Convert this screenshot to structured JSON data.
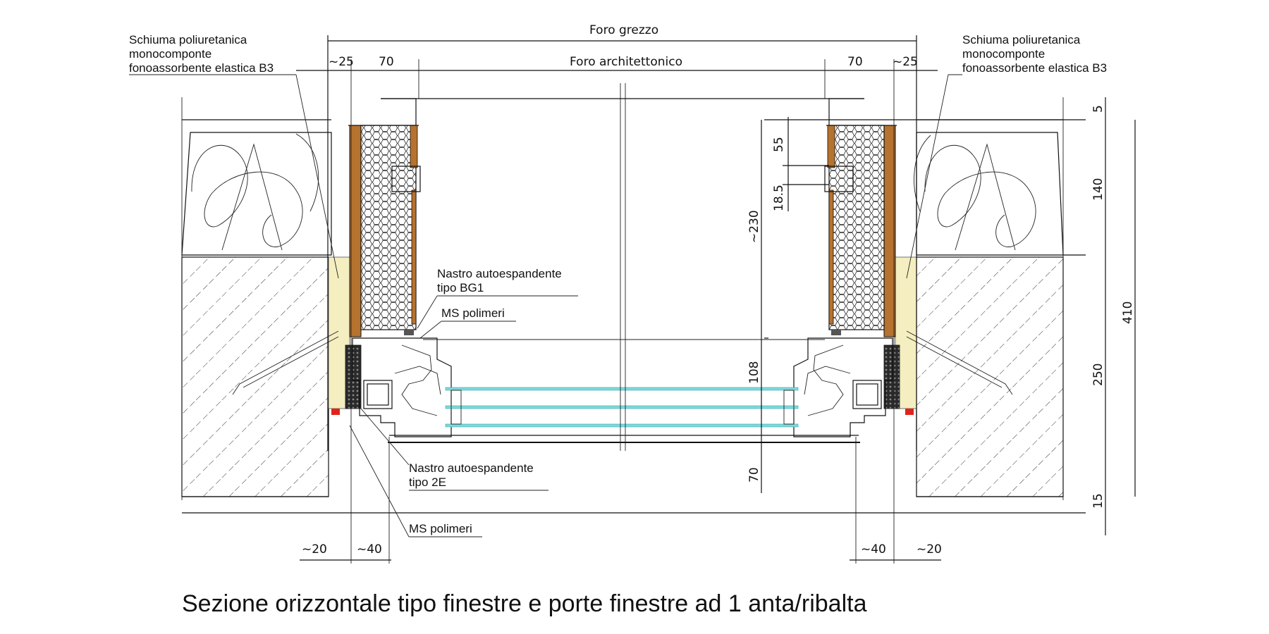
{
  "caption": "Sezione orizzontale tipo finestre e porte finestre ad 1 anta/ribalta",
  "labels": {
    "foam_left": [
      "Schiuma poliuretanica",
      "monocomponte",
      "fonoassorbente elastica B3"
    ],
    "foam_right": [
      "Schiuma poliuretanica",
      "monocomponte",
      "fonoassorbente elastica B3"
    ],
    "tape_bg1": [
      "Nastro autoespandente",
      "tipo BG1"
    ],
    "ms_top": "MS polimeri",
    "tape_2e": [
      "Nastro autoespandente",
      "tipo 2E"
    ],
    "ms_bottom": "MS polimeri"
  },
  "dimensions": {
    "foro_grezzo": "Foro grezzo",
    "foro_architettonico": "Foro architettonico",
    "left_gap": "~25",
    "left_70": "70",
    "right_70": "70",
    "right_gap": "~25",
    "bottom_left_20": "~20",
    "bottom_left_40": "~40",
    "bottom_right_40": "~40",
    "bottom_right_20": "~20",
    "v_55": "55",
    "v_18_5": "18.5",
    "v_230": "~230",
    "v_108": "108",
    "v_70": "70",
    "r_5": "5",
    "r_140": "140",
    "r_410": "410",
    "r_250": "250",
    "r_15": "15"
  },
  "colors": {
    "wood": "#b6722f",
    "foam": "#f4eec0",
    "glass": "#7fd8dc",
    "seal_red": "#e0241c",
    "ink": "#111111"
  }
}
